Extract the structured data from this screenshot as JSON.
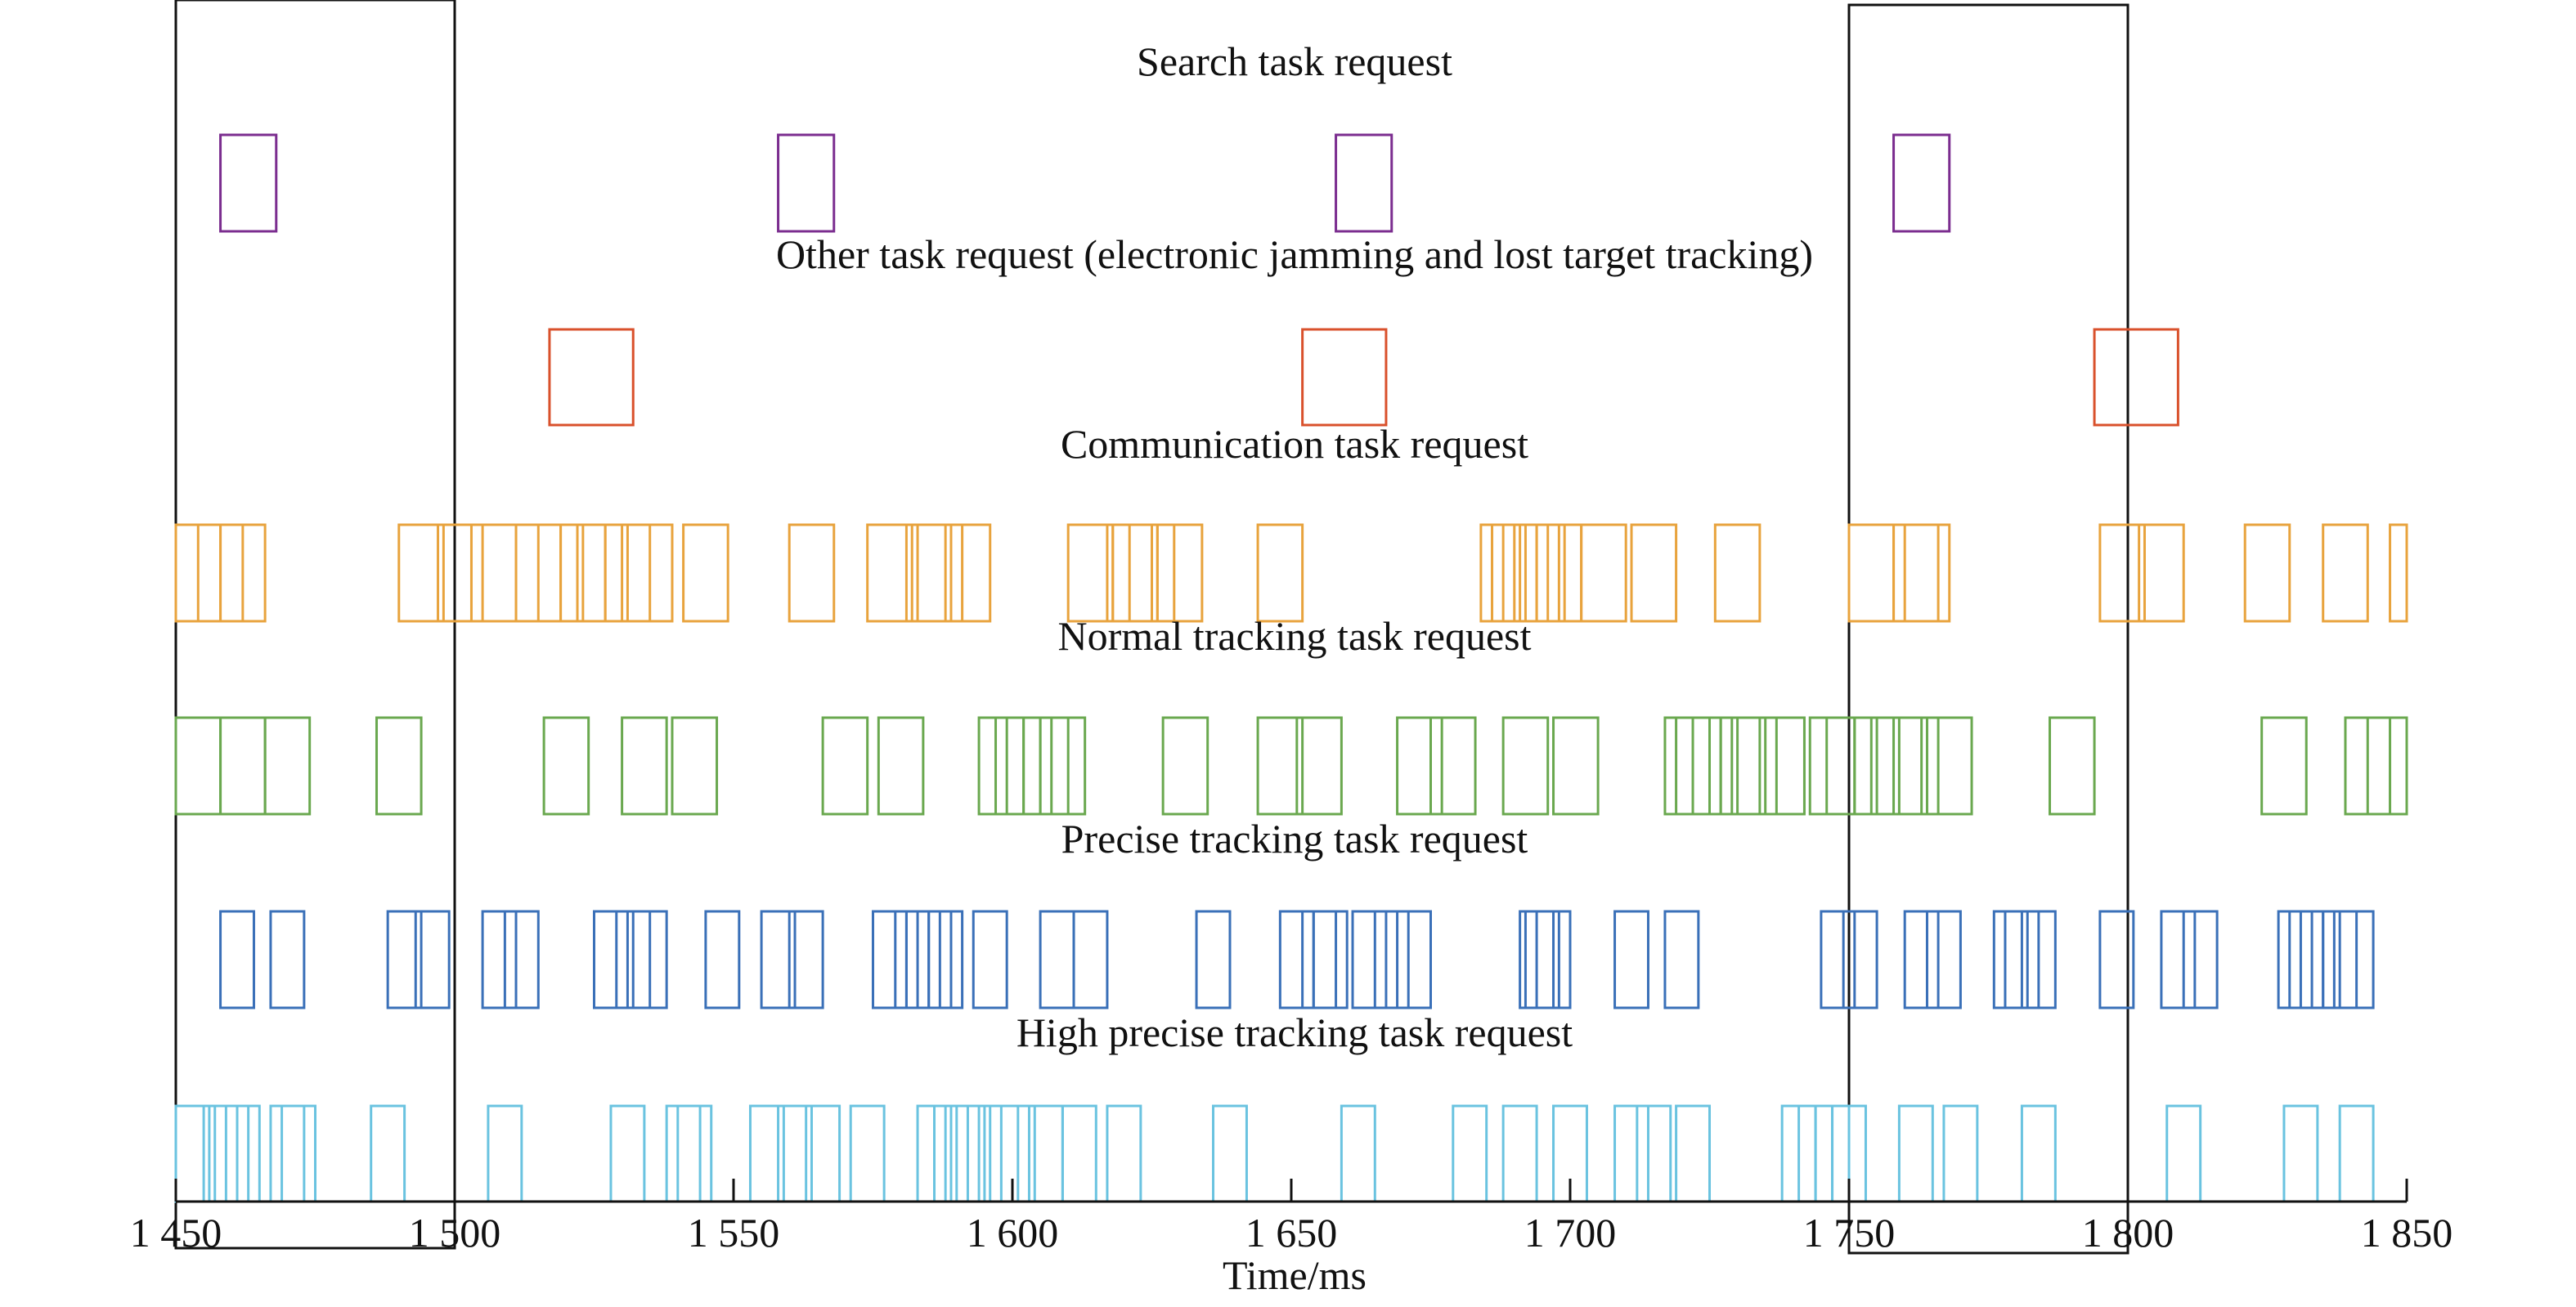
{
  "chart_data": {
    "type": "timeline",
    "xlabel": "Time/ms",
    "xlim": [
      1450,
      1850
    ],
    "xticks": [
      1450,
      1500,
      1550,
      1600,
      1650,
      1700,
      1750,
      1800,
      1850
    ],
    "xtick_labels": [
      "1 450",
      "1 500",
      "1 550",
      "1 600",
      "1 650",
      "1 700",
      "1 750",
      "1 800",
      "1 850"
    ],
    "highlight_windows": [
      [
        1450,
        1500
      ],
      [
        1750,
        1800
      ]
    ],
    "rows": [
      {
        "name": "Search task request",
        "color": "#7b2d8f",
        "duration": 10,
        "starts": [
          1458,
          1558,
          1658,
          1758
        ]
      },
      {
        "name": "Other task request (electronic jamming and lost target tracking)",
        "color": "#d9512c",
        "duration": 15,
        "starts": [
          1517,
          1652,
          1794
        ]
      },
      {
        "name": "Communication task request",
        "color": "#e8a33d",
        "duration": 8,
        "starts": [
          1450,
          1458,
          1454,
          1490,
          1497,
          1503,
          1511,
          1515,
          1519,
          1522,
          1527,
          1531,
          1541,
          1560,
          1574,
          1581,
          1583,
          1588,
          1610,
          1617,
          1618,
          1621,
          1626,
          1644,
          1684,
          1686,
          1688,
          1690,
          1691,
          1694,
          1702,
          1711,
          1726,
          1750,
          1758,
          1760,
          1795,
          1802,
          1821,
          1835,
          1847
        ]
      },
      {
        "name": "Normal tracking task request",
        "color": "#6aa84f",
        "duration": 8,
        "starts": [
          1450,
          1458,
          1466,
          1486,
          1516,
          1530,
          1539,
          1566,
          1576,
          1594,
          1597,
          1599,
          1602,
          1605,
          1627,
          1644,
          1651,
          1669,
          1675,
          1688,
          1697,
          1717,
          1719,
          1722,
          1727,
          1729,
          1734,
          1743,
          1746,
          1751,
          1755,
          1758,
          1764,
          1786,
          1824,
          1839,
          1843
        ]
      },
      {
        "name": "Precise tracking task request",
        "color": "#3a70b8",
        "duration": 6,
        "starts": [
          1458,
          1467,
          1488,
          1493,
          1505,
          1509,
          1525,
          1529,
          1532,
          1545,
          1555,
          1560,
          1575,
          1579,
          1581,
          1583,
          1585,
          1593,
          1605,
          1611,
          1633,
          1648,
          1652,
          1654,
          1661,
          1665,
          1669,
          1691,
          1692,
          1694,
          1708,
          1717,
          1745,
          1749,
          1760,
          1764,
          1776,
          1778,
          1781,
          1795,
          1806,
          1810,
          1827,
          1829,
          1831,
          1835,
          1838
        ]
      },
      {
        "name": "High precise tracking task request",
        "color": "#6ac3e0",
        "duration": 6,
        "starts": [
          1450,
          1455,
          1457,
          1459,
          1467,
          1469,
          1485,
          1506,
          1528,
          1538,
          1540,
          1553,
          1558,
          1563,
          1571,
          1583,
          1586,
          1588,
          1590,
          1595,
          1598,
          1603,
          1609,
          1617,
          1636,
          1659,
          1679,
          1688,
          1697,
          1708,
          1712,
          1719,
          1738,
          1741,
          1744,
          1747,
          1759,
          1767,
          1781,
          1807,
          1828,
          1838
        ]
      }
    ]
  }
}
